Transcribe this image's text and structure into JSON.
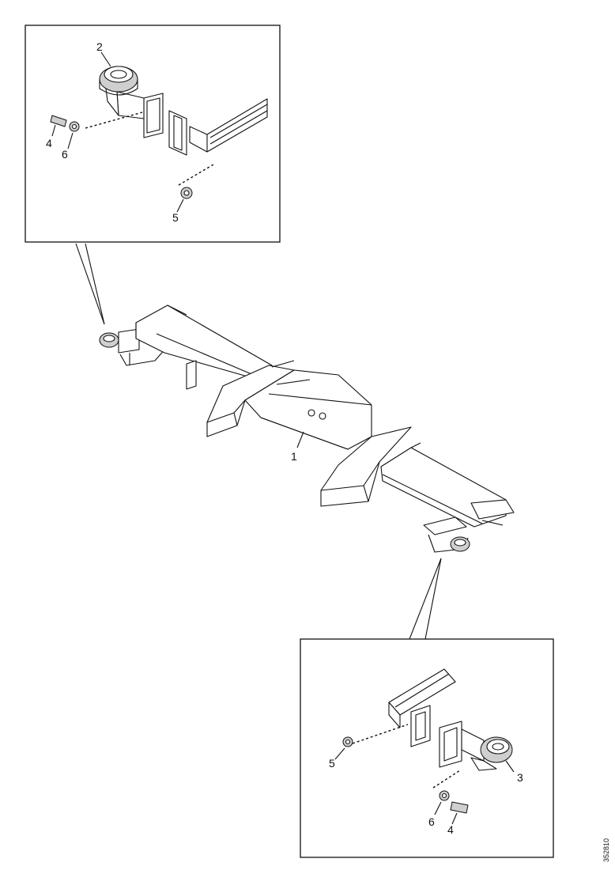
{
  "diagram": {
    "callouts": {
      "part_1": "1",
      "part_2": "2",
      "part_3": "3",
      "part_4_top": "4",
      "part_4_bottom": "4",
      "part_5_top": "5",
      "part_5_bottom": "5",
      "part_6_top": "6",
      "part_6_bottom": "6"
    },
    "document_id": "352810"
  }
}
